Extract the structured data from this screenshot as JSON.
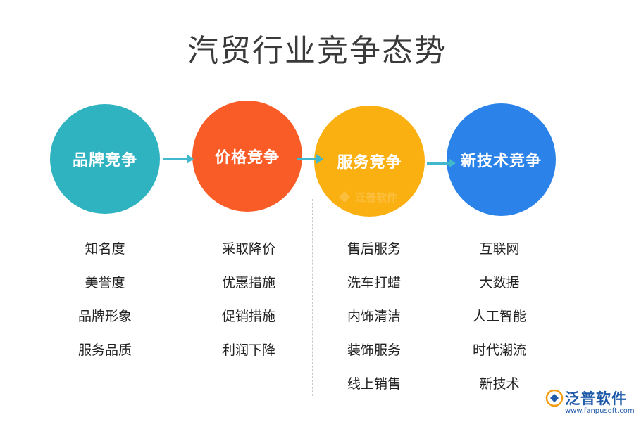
{
  "title": "汽贸行业竞争态势",
  "stages": [
    {
      "label": "品牌竞争",
      "color": "#2fb3c1",
      "items": [
        "知名度",
        "美誉度",
        "品牌形象",
        "服务品质"
      ]
    },
    {
      "label": "价格竞争",
      "color": "#f95c26",
      "items": [
        "采取降价",
        "优惠措施",
        "促销措施",
        "利润下降"
      ]
    },
    {
      "label": "服务竞争",
      "color": "#fbb012",
      "items": [
        "售后服务",
        "洗车打蜡",
        "内饰清洁",
        "装饰服务",
        "线上销售"
      ]
    },
    {
      "label": "新技术竞争",
      "color": "#2b82e8",
      "items": [
        "互联网",
        "大数据",
        "人工智能",
        "时代潮流",
        "新技术"
      ]
    }
  ],
  "arrow_color": "#41b8cc",
  "logo": {
    "brand": "泛普软件",
    "url": "www.fanpusoft.com",
    "icon": "fanpu-logo-icon"
  },
  "watermark": {
    "brand": "泛普软件",
    "icon": "fanpu-logo-icon"
  }
}
